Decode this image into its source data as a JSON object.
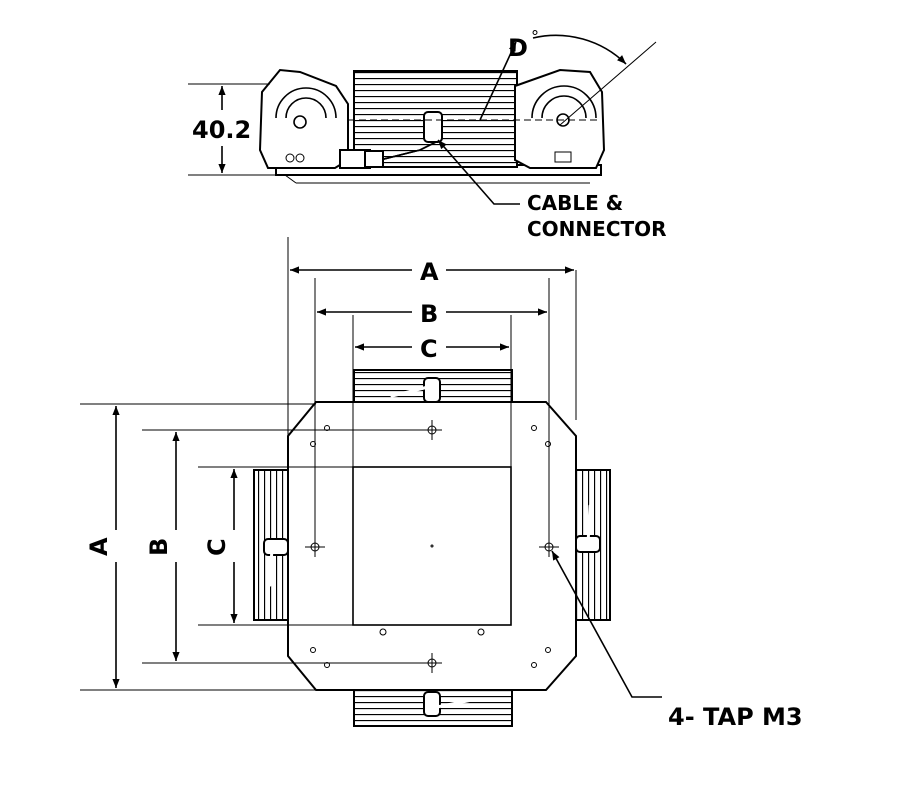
{
  "labels": {
    "height_dim": "40.2",
    "angle_dim": "D",
    "degree_symbol": "°",
    "cable_line1": "CABLE &",
    "cable_line2": "CONNECTOR",
    "dim_a": "A",
    "dim_b": "B",
    "dim_c": "C",
    "tap_note": "4- TAP M3"
  }
}
